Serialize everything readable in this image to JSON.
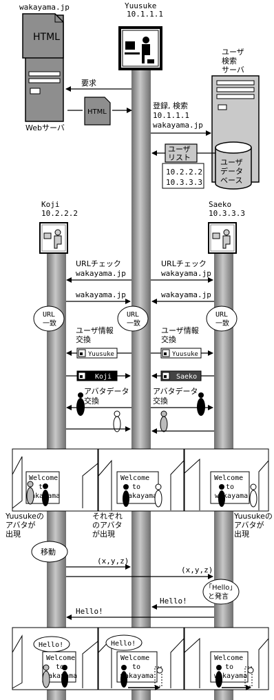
{
  "top": {
    "webserver_host": "wakayama.jp",
    "webserver_doc": "HTML",
    "webserver_label": "Webサーバ",
    "request_label": "要求",
    "html_doc": "HTML",
    "yuusuke_name": "Yuusuke",
    "yuusuke_ip": "10.1.1.1",
    "search_server_l1": "ユーザ",
    "search_server_l2": "検索",
    "search_server_l3": "サーバ",
    "register_l1": "登録, 検索",
    "register_l2": "10.1.1.1",
    "register_l3": "wakayama.jp",
    "userlist_l1": "ユーザ",
    "userlist_l2": "リスト",
    "db_l1": "ユーザ",
    "db_l2": "データ",
    "db_l3": "ベース",
    "ip_list_1": "10.2.2.2",
    "ip_list_2": "10.3.3.3"
  },
  "peers": {
    "koji_name": "Koji",
    "koji_ip": "10.2.2.2",
    "saeko_name": "Saeko",
    "saeko_ip": "10.3.3.3"
  },
  "exchange": {
    "url_check_left": "URLチェック",
    "url_check_right": "URLチェック",
    "domain_1": "wakayama.jp",
    "domain_2": "wakayama.jp",
    "domain_3": "wakayama.jp",
    "domain_4": "wakayama.jp",
    "url_match_l1": "URL",
    "url_match_l2": "一致",
    "userinfo_l1": "ユーザ情報",
    "userinfo_l2": "交換",
    "card_yuusuke": "Yuusuke",
    "card_koji": "Koji",
    "card_saeko": "Saeko",
    "avatar_l1": "アバタデータ",
    "avatar_l2": "交換"
  },
  "scene1": {
    "welcome_l1": "Welcome",
    "welcome_l2": "to",
    "welcome_l3": "wakayama",
    "cap_left_l1": "Yuusukeの",
    "cap_left_l2": "アバタが",
    "cap_left_l3": "出現",
    "cap_mid_l1": "それぞれ",
    "cap_mid_l2": "のアバタ",
    "cap_mid_l3": "が出現",
    "cap_right_l1": "Yuusukeの",
    "cap_right_l2": "アバタが",
    "cap_right_l3": "出現"
  },
  "movement": {
    "move_label": "移動",
    "xyz_1": "(x,y,z)",
    "xyz_2": "(x,y,z)",
    "speak_l1": "「Hello」",
    "speak_l2": "と発言",
    "hello_1": "Hello!",
    "hello_2": "Hello!",
    "bubble_1": "Hello!",
    "bubble_2": "Hello!"
  }
}
